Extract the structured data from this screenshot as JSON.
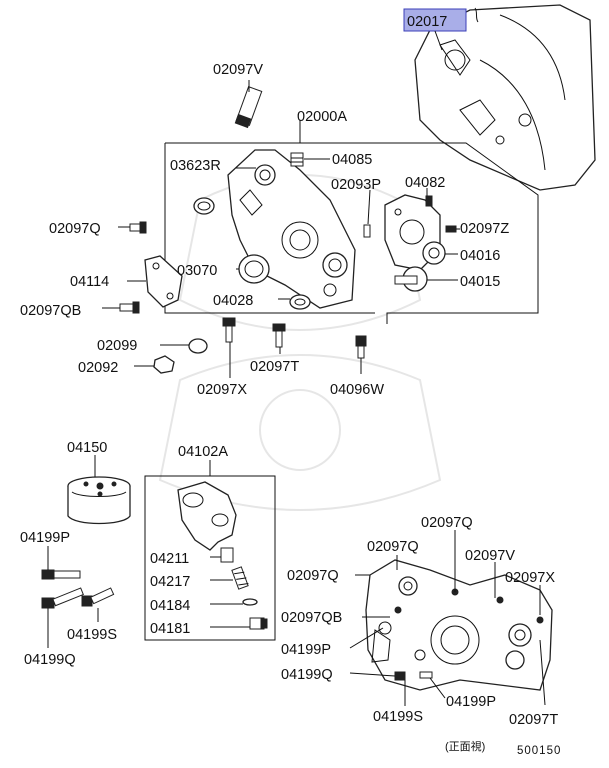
{
  "highlighted_part": "02017",
  "footer": {
    "front_view": "(正面視)",
    "diagram_number": "500150"
  },
  "callouts": {
    "p02097V_top": "02097V",
    "p02000A": "02000A",
    "p03623R": "03623R",
    "p04085": "04085",
    "p02093P": "02093P",
    "p04082": "04082",
    "p02097Q_left": "02097Q",
    "p02097Z": "02097Z",
    "p04016": "04016",
    "p04114": "04114",
    "p03070": "03070",
    "p04015": "04015",
    "p02097QB_left": "02097QB",
    "p04028": "04028",
    "p02099": "02099",
    "p02092": "02092",
    "p02097T_mid": "02097T",
    "p02097X_mid": "02097X",
    "p04096W": "04096W",
    "p04150": "04150",
    "p04102A": "04102A",
    "p04199P_left": "04199P",
    "p04211": "04211",
    "p04217": "04217",
    "p04184": "04184",
    "p04181": "04181",
    "p04199S_left": "04199S",
    "p04199Q_left": "04199Q",
    "p02097Q_r1": "02097Q",
    "p02097Q_r2": "02097Q",
    "p02097Q_r3": "02097Q",
    "p02097V_r": "02097V",
    "p02097X_r": "02097X",
    "p02097QB_r": "02097QB",
    "p04199P_r1": "04199P",
    "p04199Q_r": "04199Q",
    "p04199P_r2": "04199P",
    "p04199S_r": "04199S",
    "p02097T_r": "02097T"
  }
}
